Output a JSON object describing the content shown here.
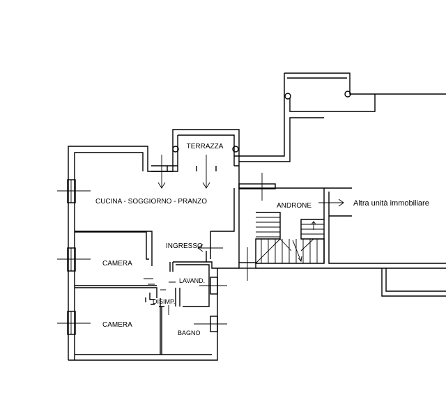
{
  "plan": {
    "rooms": {
      "terrazza": "TERRAZZA",
      "cucina": "CUCINA - SOGGIORNO - PRANZO",
      "androne": "ANDRONE",
      "altra_unita": "Altra unità immobiliare",
      "ingresso": "INGRESSO",
      "camera_1": "CAMERA",
      "lavand": "LAVAND.",
      "disimp": "DISIMP.",
      "camera_2": "CAMERA",
      "bagno": "BAGNO"
    }
  }
}
